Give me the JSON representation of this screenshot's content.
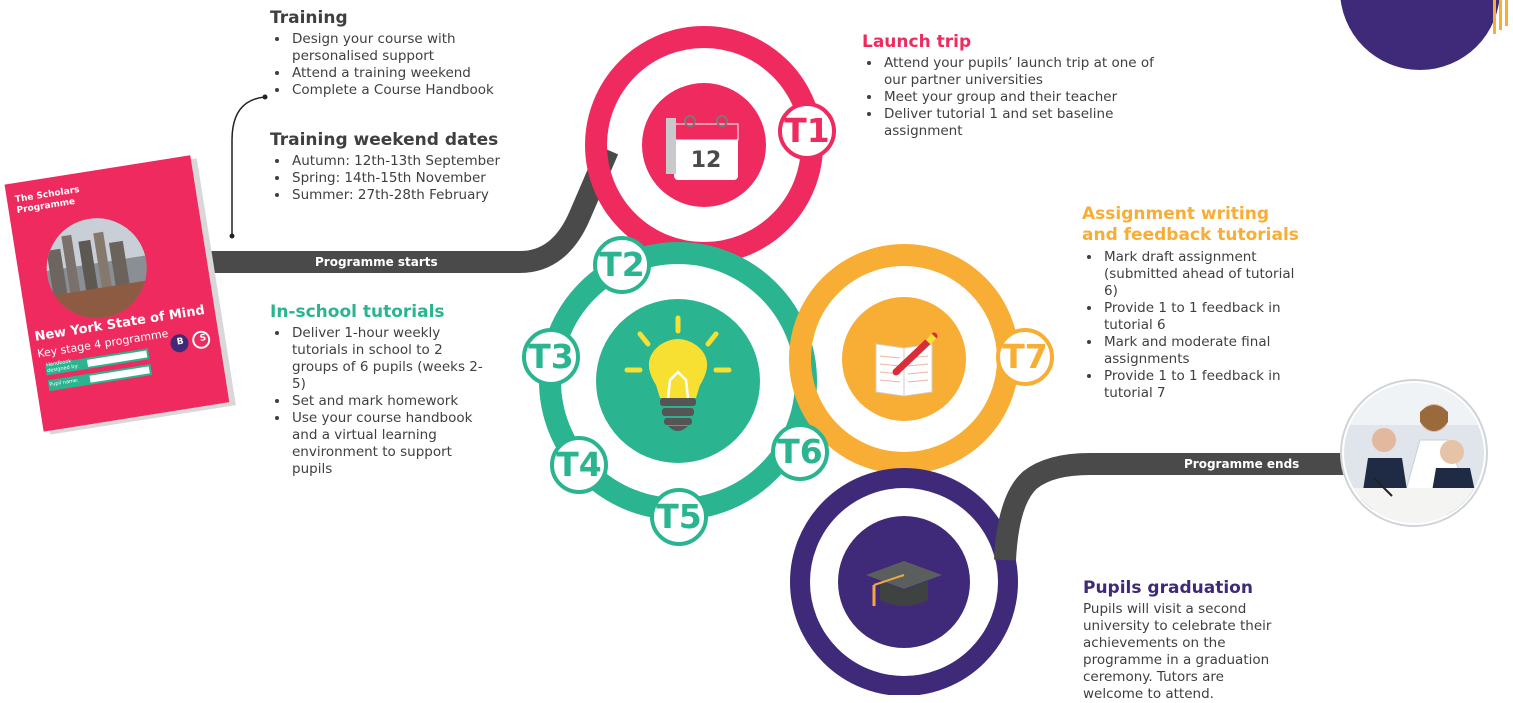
{
  "sections": {
    "training": {
      "title": "Training",
      "items": [
        "Design your course with personalised support",
        "Attend a training weekend",
        "Complete a Course Handbook"
      ]
    },
    "training_dates": {
      "title": "Training weekend dates",
      "items": [
        "Autumn: 12th-13th September",
        "Spring: 14th-15th November",
        "Summer: 27th-28th February"
      ]
    },
    "launch_trip": {
      "title": "Launch trip",
      "items": [
        "Attend your pupils’ launch trip at one of our partner universities",
        "Meet your group and their teacher",
        "Deliver tutorial 1 and set baseline assignment"
      ]
    },
    "in_school": {
      "title": "In-school tutorials",
      "items": [
        "Deliver 1-hour weekly tutorials in school to 2 groups of 6 pupils (weeks 2-5)",
        "Set and mark homework",
        "Use your course handbook and a virtual learning environment to support pupils"
      ]
    },
    "assignment": {
      "title": "Assignment writing and feedback tutorials",
      "items": [
        "Mark draft assignment (submitted ahead of tutorial 6)",
        "Provide 1 to 1 feedback in tutorial 6",
        "Mark and moderate final assignments",
        "Provide 1 to 1 feedback in tutorial 7"
      ]
    },
    "graduation": {
      "title": "Pupils graduation",
      "body": "Pupils will visit a second university to celebrate their achievements on the programme in a graduation ceremony. Tutors are welcome to attend."
    }
  },
  "road": {
    "start_label": "Programme starts",
    "end_label": "Programme ends"
  },
  "tutorials": [
    "T1",
    "T2",
    "T3",
    "T4",
    "T5",
    "T6",
    "T7"
  ],
  "calendar_day": "12",
  "handbook": {
    "brand": "The Scholars Programme",
    "title": "New York State of Mind",
    "subtitle": "Key stage 4 programme",
    "field_designer": "Handbook designed by:",
    "field_pupil": "Pupil name:",
    "badge_b": "B",
    "badge_s": "S"
  },
  "colors": {
    "pink": "#ee2a5e",
    "teal": "#2ab48f",
    "orange": "#f8ad34",
    "purple": "#3f2a79",
    "road": "#4a4a4a"
  },
  "icons": [
    "calendar-icon",
    "lightbulb-icon",
    "notebook-pen-icon",
    "graduation-cap-icon"
  ]
}
